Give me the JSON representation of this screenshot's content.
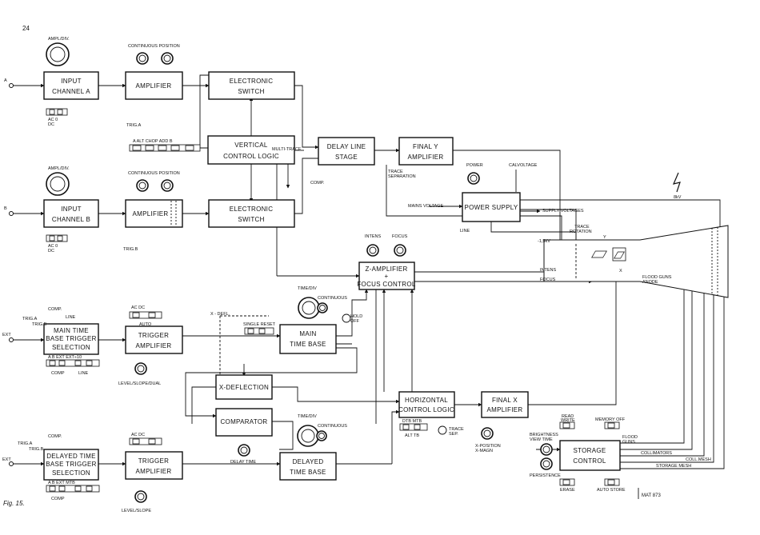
{
  "page": {
    "number": "24",
    "figure": "Fig. 15.",
    "code": "MAT 873"
  },
  "blocks": {
    "input_a": [
      "INPUT",
      "CHANNEL A"
    ],
    "amp_a": [
      "AMPLIFIER"
    ],
    "switch_a": [
      "ELECTRONIC",
      "SWITCH"
    ],
    "vcl": [
      "VERTICAL",
      "CONTROL LOGIC"
    ],
    "delay_line": [
      "DELAY LINE",
      "STAGE"
    ],
    "final_y": [
      "FINAL Y",
      "AMPLIFIER"
    ],
    "input_b": [
      "INPUT",
      "CHANNEL B"
    ],
    "amp_b": [
      "AMPLIFIER"
    ],
    "switch_b": [
      "ELECTRONIC",
      "SWITCH"
    ],
    "power": [
      "POWER  SUPPLY"
    ],
    "z_amp": [
      "Z-AMPLIFIER",
      "+",
      "FOCUS CONTROL"
    ],
    "main_trig": [
      "MAIN TIME",
      "BASE TRIGGER",
      "SELECTION"
    ],
    "trig_amp_1": [
      "TRIGGER",
      "AMPLIFIER"
    ],
    "main_tb": [
      "MAIN",
      "TIME  BASE"
    ],
    "x_defl": [
      "X-DEFLECTION"
    ],
    "hcl": [
      "HORIZONTAL",
      "CONTROL LOGIC"
    ],
    "final_x": [
      "FINAL X",
      "AMPLIFIER"
    ],
    "comparator": [
      "COMPARATOR"
    ],
    "delayed_trig": [
      "DELAYED TIME",
      "BASE TRIGGER",
      "SELECTION"
    ],
    "trig_amp_2": [
      "TRIGGER",
      "AMPLIFIER"
    ],
    "delayed_tb": [
      "DELAYED",
      "TIME BASE"
    ],
    "storage": [
      "STORAGE",
      "CONTROL"
    ]
  },
  "labels": {
    "ch_a": "A",
    "ch_b": "B",
    "ext_1": "EXT",
    "ext_2": "EXT",
    "ampl_div_a": "AMPL/DIV.",
    "ampl_div_b": "AMPL/DIV.",
    "cont_pos_a": "CONTINUOUS  POSITION",
    "cont_pos_b": "CONTINUOUS  POSITION",
    "acdc_a_1": "AC  0",
    "acdc_a_2": "DC",
    "acdc_b_1": "AC  0",
    "acdc_b_2": "DC",
    "trig_a": "TRIG.A",
    "trig_b": "TRIG.B",
    "mode_sw": "A   ALT  CHOP  ADD    B",
    "multi_trace": "MULTI-TRACE",
    "comp_dl": "COMP.",
    "trace_sep": "TRACE",
    "trace_sep2": "SEPARATION",
    "power_knob": "POWER",
    "cal_voltage": "CALVOLTAGE",
    "mains_voltage": "MAINS VOLTAGE",
    "line_pw": "LINE",
    "supply_voltages": "SUPPLY VOLTAGES",
    "eight_kv": "8kV",
    "trace_rotation": "TRACE",
    "trace_rotation2": "ROTATION",
    "minus_1_5kv": "-1,5kV",
    "y_lbl": "Y",
    "x_lbl": "X",
    "intens_knob": "INTENS",
    "focus_knob": "FOCUS",
    "intens_line": "INTENS",
    "focus_line": "FOCUS",
    "flood_guns_anode": "FLOOD GUNS",
    "flood_guns_anode2": "ANODE",
    "time_div_1": "TIME/DIV",
    "continuous_1": "CONTINUOUS",
    "hold_off": "HOLD",
    "hold_off2": "OFF",
    "single_reset": "SINGLE RESET",
    "auto_1": "AUTO",
    "ac_dc_trig": "AC   DC",
    "x_defl_lbl": "X - DEFL.",
    "comp_1": "COMP.",
    "line_1": "LINE",
    "trig_a_1": "TRIG.A",
    "trig_b_1": "TRIG.B",
    "main_sel_sw": "A    B    EXT  EXT÷10",
    "comp_line_1": "COMP",
    "comp_line_2": "LINE",
    "level_dual": "LEVEL/SLOPE/DUAL",
    "dtb_mtb": "DTB  MTB",
    "alt_tb": "ALT TB",
    "trace_sep_h": "TRACE",
    "trace_sep_h2": "SEP.",
    "x_pos": "X-POSITION",
    "x_magn": "X-MAGN",
    "read_write": "READ",
    "read_write2": "WRITE",
    "memory_off": "MEMORY OFF",
    "brightness": "BRIGHTNESS",
    "view_time": "VIEW TIME",
    "flood_guns": "FLOOD",
    "flood_guns2": "GUNS",
    "collimators": "COLLIMATORS",
    "coll_mesh": "COLL.MESH",
    "storage_mesh": "STORAGE MESH",
    "persistence": "PERSISTENCE",
    "erase": "ERASE",
    "auto_store": "AUTO STORE",
    "time_div_2": "TIME/DIV",
    "continuous_2": "CONTINUOUS",
    "delay_time": "DELAY TIME",
    "ac_dc_trig2": "AC   DC",
    "comp_2": "COMP.",
    "trig_a_2": "TRIG.A",
    "trig_b_2": "TRIG.B",
    "delayed_sel_sw": "A    B    EXT  MTB",
    "comp_line_3": "COMP",
    "level_slope": "LEVEL/SLOPE"
  }
}
